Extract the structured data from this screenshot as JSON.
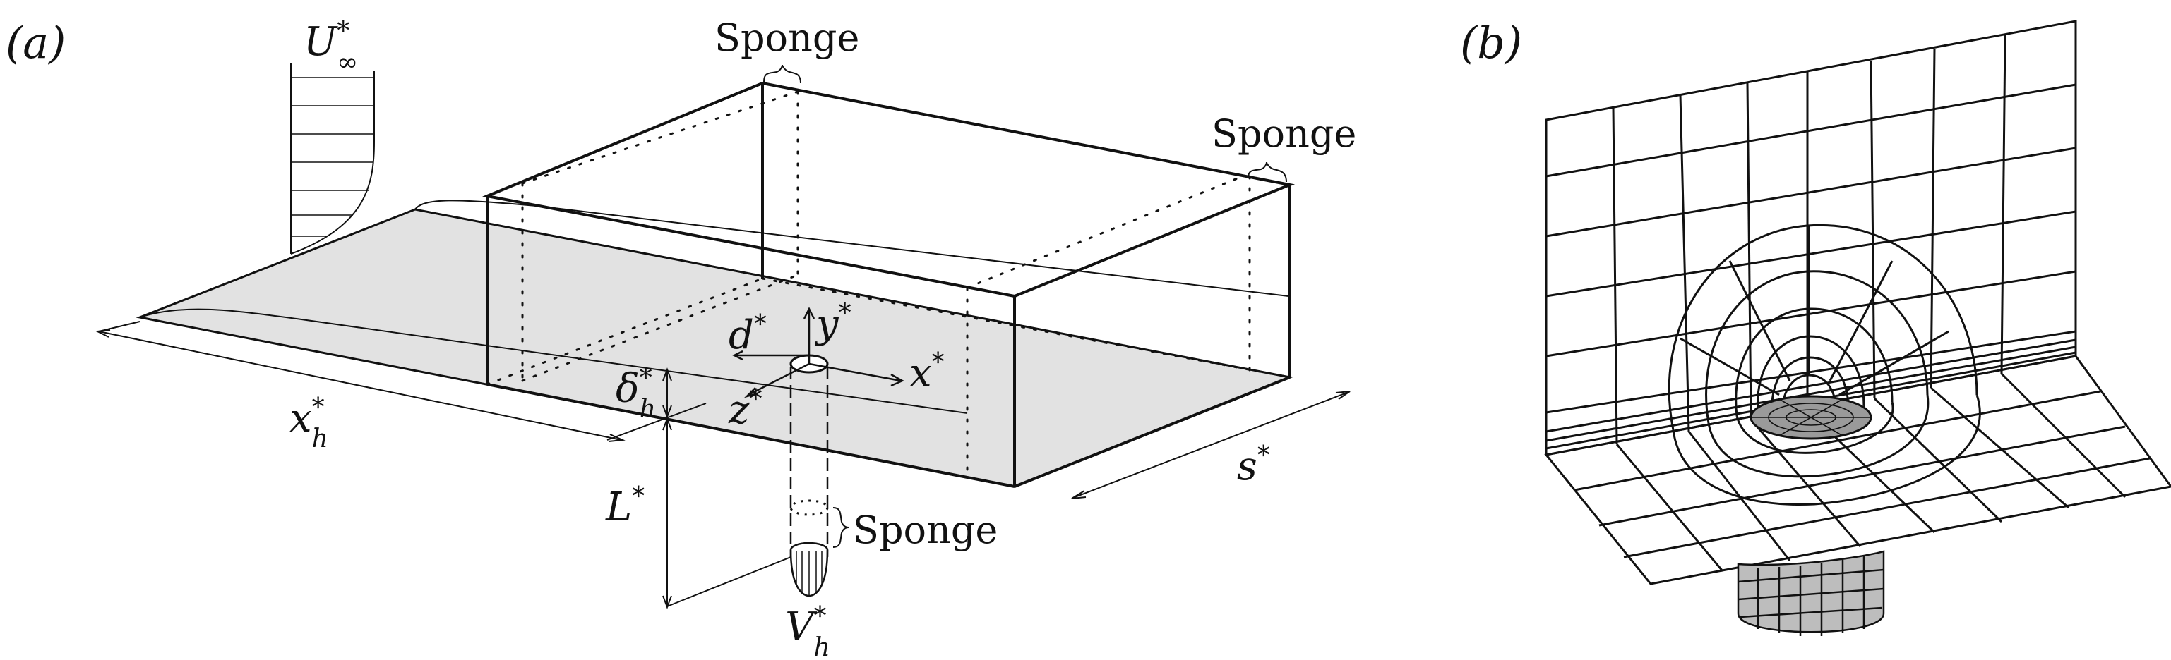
{
  "panel_a": {
    "label": "(a)",
    "freestream_symbol": "U",
    "freestream_sub": "∞",
    "freestream_sup": "*",
    "sponge_top": "Sponge",
    "sponge_right": "Sponge",
    "sponge_pipe": "Sponge",
    "dim_xh_main": "x",
    "dim_xh_sub": "h",
    "dim_xh_sup": "*",
    "dim_s_main": "s",
    "dim_s_sup": "*",
    "dim_L_main": "L",
    "dim_L_sup": "*",
    "dim_delta_main": "δ",
    "dim_delta_sub": "h",
    "dim_delta_sup": "*",
    "dim_d_main": "d",
    "dim_d_sup": "*",
    "axis_x_main": "x",
    "axis_x_sup": "*",
    "axis_y_main": "y",
    "axis_y_sup": "*",
    "axis_z_main": "z",
    "axis_z_sup": "*",
    "jet_main": "V",
    "jet_sub": "h",
    "jet_sup": "*"
  },
  "panel_b": {
    "label": "(b)"
  },
  "colors": {
    "plate_fill": "#e2e2e2",
    "line": "#111111",
    "pipe_fill": "#bdbdbd"
  }
}
